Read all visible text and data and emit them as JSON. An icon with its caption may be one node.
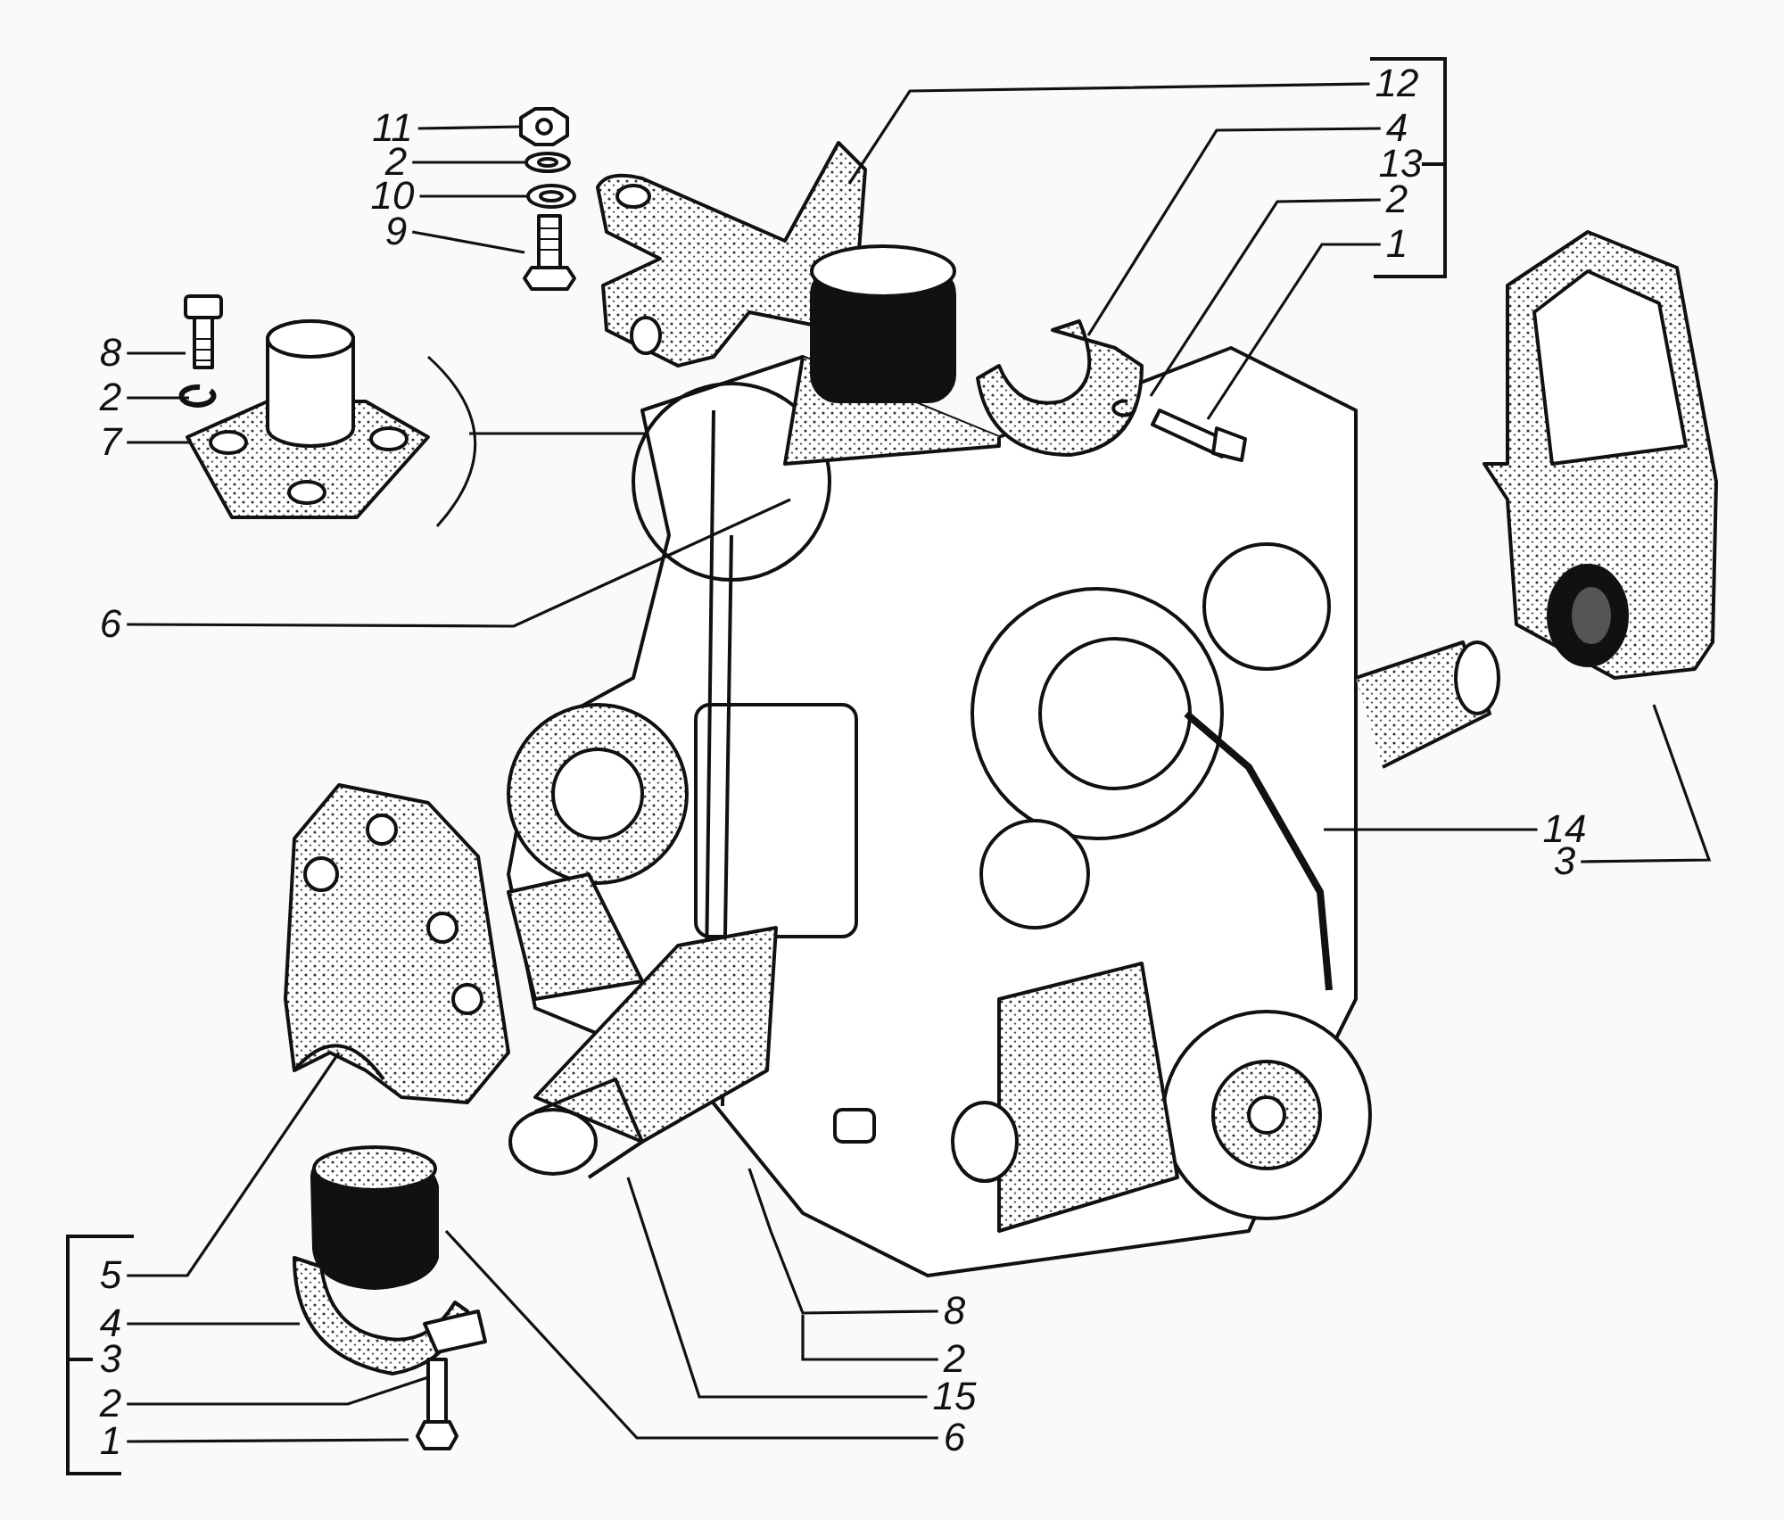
{
  "diagram": {
    "nodes": [
      {
        "text": [
          "11"
        ]
      },
      {
        "text": [
          "2"
        ]
      },
      {
        "text": [
          "10"
        ]
      },
      {
        "text": [
          "9"
        ]
      },
      {
        "text": [
          "12"
        ]
      },
      {
        "text": [
          "4"
        ]
      },
      {
        "text": [
          "2"
        ]
      },
      {
        "text": [
          "1"
        ]
      },
      {
        "text": [
          "8"
        ]
      },
      {
        "text": [
          "2"
        ]
      },
      {
        "text": [
          "7"
        ]
      },
      {
        "text": [
          "6"
        ]
      },
      {
        "text": [
          "14"
        ]
      },
      {
        "text": [
          "3"
        ]
      },
      {
        "text": [
          "5"
        ]
      },
      {
        "text": [
          "4"
        ]
      },
      {
        "text": [
          "2"
        ]
      },
      {
        "text": [
          "1"
        ]
      },
      {
        "text": [
          "8"
        ]
      },
      {
        "text": [
          "2"
        ]
      },
      {
        "text": [
          "15"
        ]
      },
      {
        "text": [
          "6"
        ]
      },
      {
        "text": [],
        "shape": "picture"
      },
      {
        "text": [],
        "shape": "picture"
      },
      {
        "text": [],
        "shape": "picture"
      },
      {
        "text": [],
        "shape": "picture"
      }
    ],
    "edges": [
      {
        "from": 0,
        "to": 22,
        "arrow": "none"
      },
      {
        "from": 1,
        "to": 23,
        "arrow": "none"
      },
      {
        "from": 2,
        "to": 24,
        "arrow": "none"
      },
      {
        "from": 3,
        "to": 25,
        "arrow": "none"
      },
      {
        "from": 4,
        "to": null,
        "arrow": "none"
      },
      {
        "from": 5,
        "to": null,
        "arrow": "none"
      },
      {
        "from": 6,
        "to": null,
        "arrow": "none"
      },
      {
        "from": 7,
        "to": null,
        "arrow": "none"
      },
      {
        "from": 8,
        "to": null,
        "arrow": "none"
      },
      {
        "from": 9,
        "to": null,
        "arrow": "none"
      },
      {
        "from": 10,
        "to": null,
        "arrow": "none"
      },
      {
        "from": 11,
        "to": null,
        "arrow": "none"
      },
      {
        "from": 12,
        "to": null,
        "arrow": "none"
      },
      {
        "from": 13,
        "to": null,
        "arrow": "none"
      },
      {
        "from": 14,
        "to": null,
        "arrow": "none"
      },
      {
        "from": 15,
        "to": null,
        "arrow": "none"
      },
      {
        "from": 16,
        "to": null,
        "arrow": "none"
      },
      {
        "from": 17,
        "to": null,
        "arrow": "none"
      },
      {
        "from": 18,
        "to": null,
        "arrow": "none"
      },
      {
        "from": 19,
        "to": null,
        "arrow": "none"
      },
      {
        "from": 20,
        "to": null,
        "arrow": "none"
      },
      {
        "from": 21,
        "to": null,
        "arrow": "none"
      }
    ],
    "labels": [
      "13",
      "3"
    ]
  }
}
